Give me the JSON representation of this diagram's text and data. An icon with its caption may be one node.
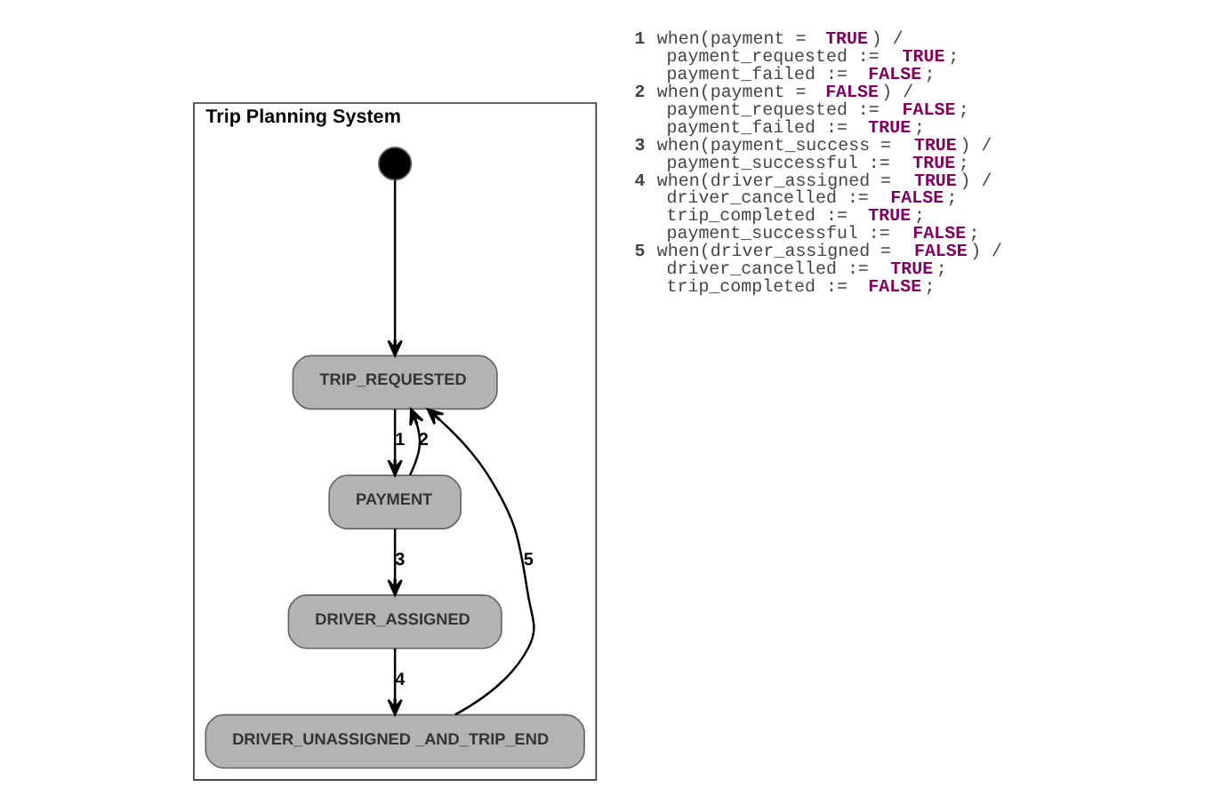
{
  "diagram": {
    "nodes": [
      {
        "text": [
          "Trip Planning System"
        ]
      },
      {
        "text": [],
        "shape": "circle",
        "in": 0
      },
      {
        "text": [
          "TRIP_REQUESTED"
        ],
        "in": 0
      },
      {
        "text": [
          "PAYMENT"
        ],
        "in": 0
      },
      {
        "text": [
          "DRIVER_ASSIGNED"
        ],
        "in": 0
      },
      {
        "text": [
          "DRIVER_UNASSIGNED _AND_TRIP_END"
        ],
        "in": 0
      }
    ],
    "edges": [
      {
        "from": 1,
        "to": 2,
        "arrow": "to"
      },
      {
        "from": 2,
        "to": 3,
        "arrow": "to",
        "label": "1"
      },
      {
        "from": 3,
        "to": 2,
        "arrow": "to",
        "label": "2"
      },
      {
        "from": 3,
        "to": 4,
        "arrow": "to",
        "label": "3"
      },
      {
        "from": 4,
        "to": 5,
        "arrow": "to",
        "label": "4"
      },
      {
        "from": 5,
        "to": 2,
        "arrow": "to",
        "label": "5"
      }
    ],
    "labels": [
      "1 when(payment = **TRUE**) /",
      "payment_requested := **TRUE**;",
      "payment_failed := **FALSE**;",
      "2 when(payment = **FALSE**) /",
      "payment_requested := **FALSE**;",
      "payment_failed := **TRUE**;",
      "3 when(payment_success = **TRUE**) /",
      "payment_successful := **TRUE**;",
      "4 when(driver_assigned = **TRUE**) /",
      "driver_cancelled := **FALSE**;",
      "trip_completed := **TRUE**;",
      "payment_successful := **FALSE**;",
      "5 when(driver_assigned = **FALSE**) /",
      "driver_cancelled := **TRUE**;",
      "trip_completed := **FALSE**;"
    ]
  }
}
